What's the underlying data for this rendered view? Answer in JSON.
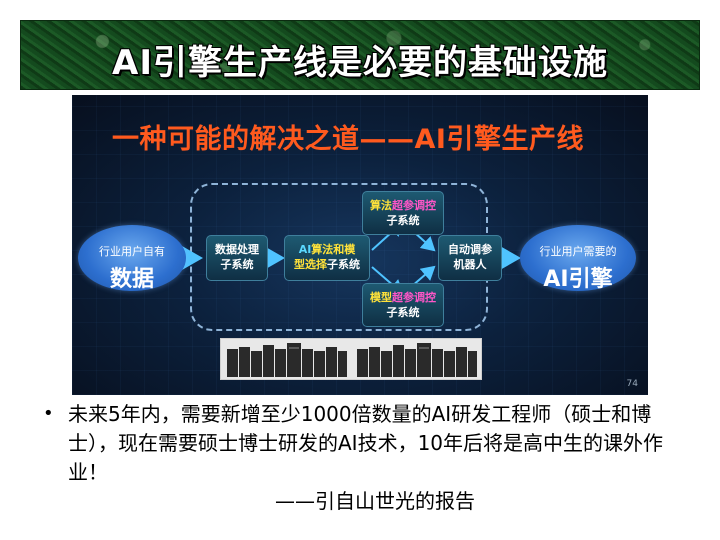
{
  "banner": {
    "title": "AI引擎生产线是必要的基础设施"
  },
  "slide": {
    "title": "一种可能的解决之道——AI引擎生产线",
    "input": {
      "small": "行业用户自有",
      "big": "数据"
    },
    "output": {
      "small": "行业用户需要的",
      "big": "AI引擎"
    },
    "node_data": {
      "line1": "数据处理",
      "line2": "子系统"
    },
    "node_ai": {
      "line1a": "AI",
      "line1b": "算法和模",
      "line2a": "型选择",
      "line2b": "子系统"
    },
    "node_algo": {
      "line1a": "算法",
      "line1b": "超参调控",
      "line2": "子系统"
    },
    "node_model": {
      "line1a": "模型",
      "line1b": "超参调控",
      "line2": "子系统"
    },
    "node_auto": {
      "line1": "自动调参",
      "line2": "机器人"
    },
    "page_no": "74"
  },
  "body": {
    "bullet": "未来5年内，需要新增至少1000倍数量的AI研发工程师（硕士和博士），现在需要硕士博士研发的AI技术，10年后将是高中生的课外作业！",
    "citation": "——引自山世光的报告"
  },
  "colors": {
    "banner_green": "#174d20",
    "slide_title_orange": "#ff5a1e",
    "node_highlight_yellow": "#ffe23a",
    "node_highlight_magenta": "#ff56c8",
    "ellipse_blue": "#2d6fcf"
  }
}
